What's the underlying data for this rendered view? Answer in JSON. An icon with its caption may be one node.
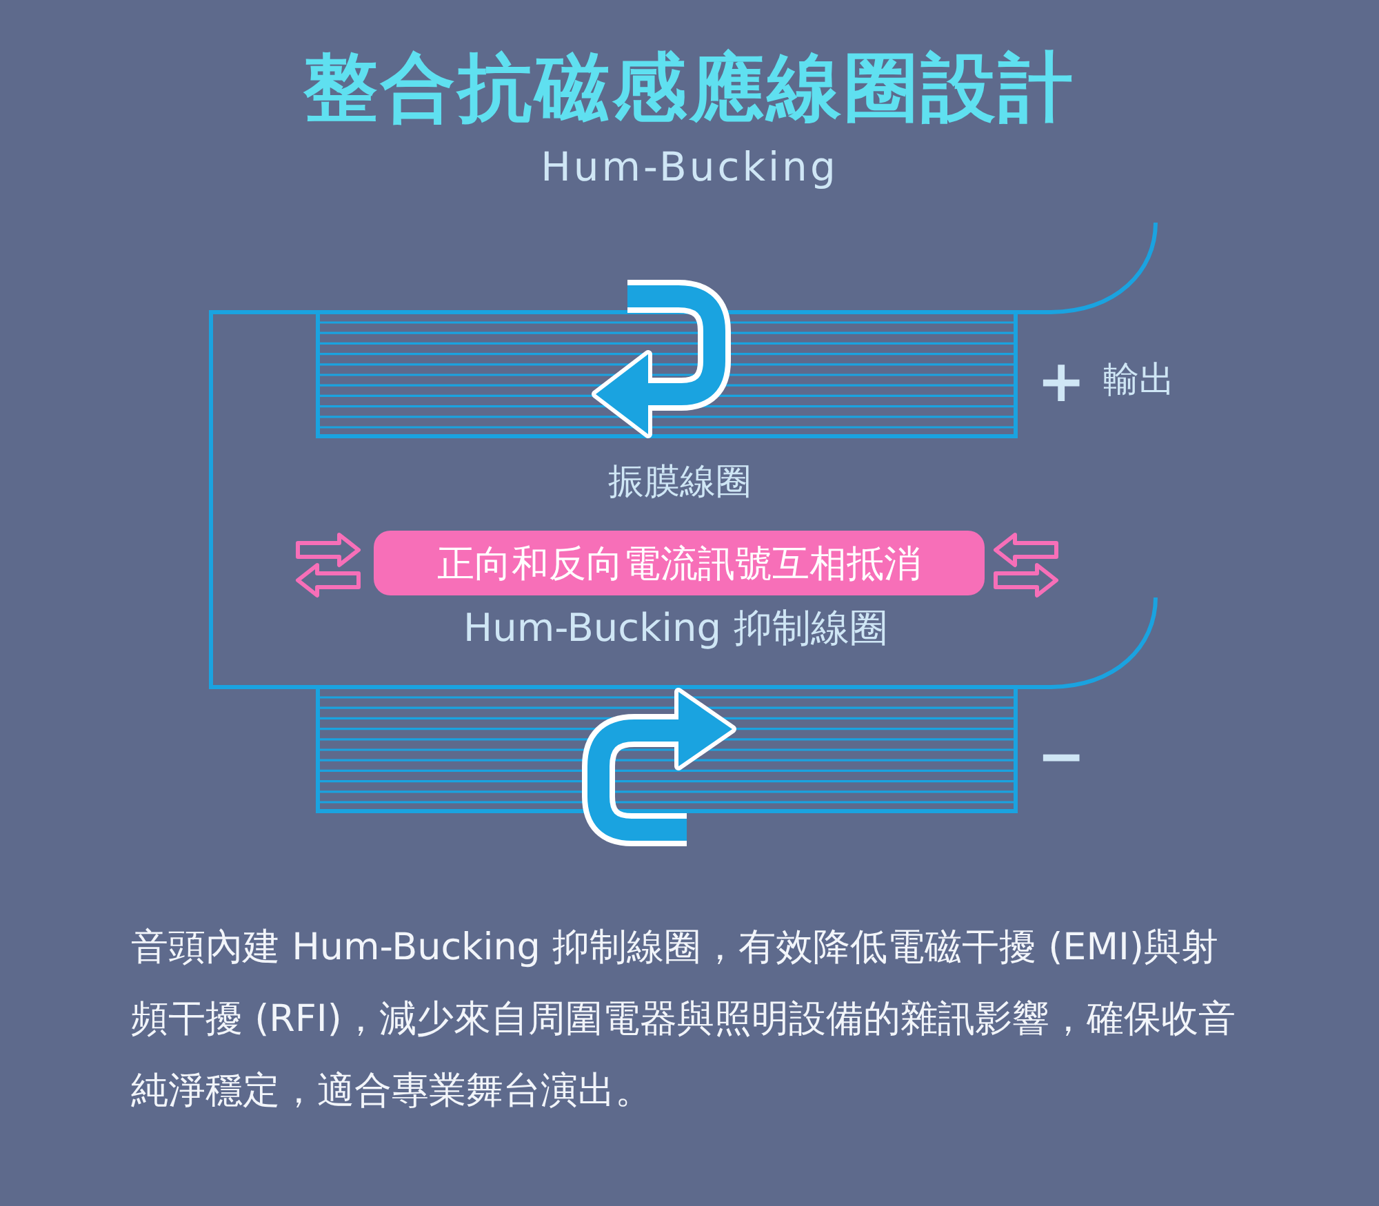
{
  "diagram": {
    "title": "整合抗磁感應線圈設計",
    "nodes": [
      {
        "text": [],
        "shape": "coil"
      },
      {
        "text": [
          "正向和反向電流訊號互相抵消"
        ]
      },
      {
        "text": [],
        "shape": "coil"
      }
    ],
    "edges": [
      {
        "from": 0,
        "to": 2,
        "arrow": "none"
      },
      {
        "from": 0,
        "to": null,
        "arrow": "none"
      },
      {
        "from": 2,
        "to": null,
        "arrow": "none"
      }
    ],
    "labels": [
      "Hum-Bucking",
      "+",
      "輸出",
      "振膜線圈",
      "Hum-Bucking 抑制線圈",
      "−"
    ],
    "caption": "音頭內建 Hum-Bucking 抑制線圈，有效降低電磁干擾 (EMI)與射頻干擾 (RFI)，減少來自周圍電器與照明設備的雜訊影響，確保收音純淨穩定，適合專業舞台演出。"
  }
}
